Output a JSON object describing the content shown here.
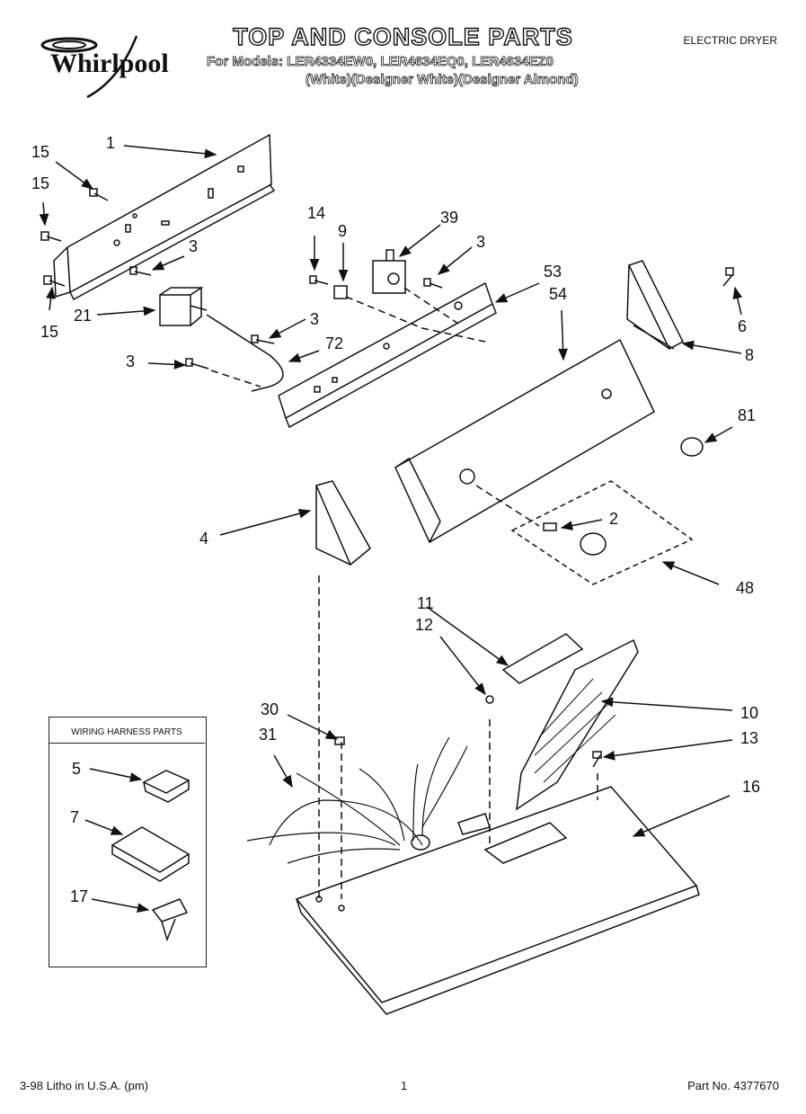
{
  "header": {
    "brand": "Whirlpool",
    "title": "TOP AND CONSOLE PARTS",
    "models_line": "For Models: LER4334EW0, LER4634EQ0, LER4634EZ0",
    "variants_line": "(White)(Designer White)(Designer Almond)",
    "product_type": "ELECTRIC DRYER"
  },
  "callouts": {
    "c1": "1",
    "c15a": "15",
    "c15b": "15",
    "c15c": "15",
    "c3a": "3",
    "c21": "21",
    "c3b": "3",
    "c3c": "3",
    "c72": "72",
    "c14": "14",
    "c9": "9",
    "c39": "39",
    "c3d": "3",
    "c53": "53",
    "c54": "54",
    "c6": "6",
    "c8": "8",
    "c81": "81",
    "c4": "4",
    "c2": "2",
    "c48": "48",
    "c11": "11",
    "c12": "12",
    "c10": "10",
    "c13": "13",
    "c30": "30",
    "c31": "31",
    "c16": "16",
    "c5": "5",
    "c7": "7",
    "c17": "17"
  },
  "harness_box": {
    "title": "WIRING HARNESS PARTS"
  },
  "footer": {
    "litho": "3-98 Litho in U.S.A. (pm)",
    "page": "1",
    "part_number": "Part No. 4377670"
  }
}
